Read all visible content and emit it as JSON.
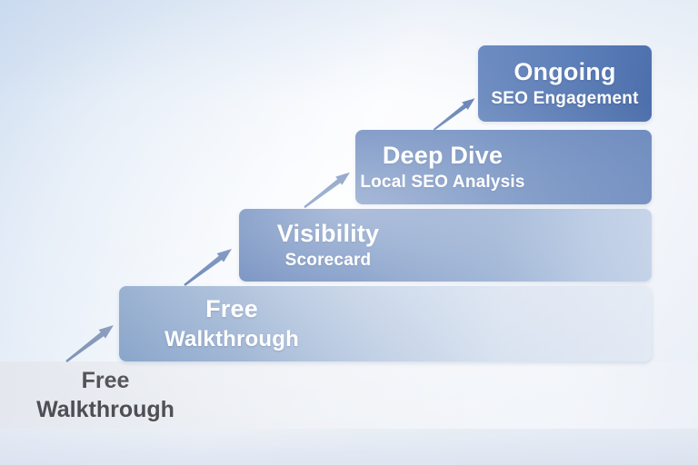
{
  "diagram": {
    "type": "staircase-process",
    "steps": [
      {
        "title": "Free",
        "subtitle": "Walkthrough"
      },
      {
        "title": "Visibility",
        "subtitle": "Scorecard"
      },
      {
        "title": "Deep Dive",
        "subtitle": "Local SEO Analysis"
      },
      {
        "title": "Ongoing",
        "subtitle": "SEO Engagement"
      }
    ],
    "ground_label": {
      "title": "Free",
      "subtitle": "Walkthrough"
    },
    "icons": {
      "arrow": "up-right-arrow-icon"
    },
    "colors": {
      "step1_bar_left": "#7f9dc6",
      "step1_bar_right": "#e2e9f4",
      "step2_bar_left": "#3e65a8",
      "step2_bar_right": "#bccce5",
      "step3_bar": "#4168ab",
      "step4_bar": "#3d64a8",
      "arrow_dark": "#3c61a0",
      "arrow_light": "#7a8fb3",
      "bar_text": "#ffffff",
      "ground_text": "#4e4e54",
      "background_top_left": "#cfdef1",
      "background_center": "#fbfcfe"
    }
  }
}
